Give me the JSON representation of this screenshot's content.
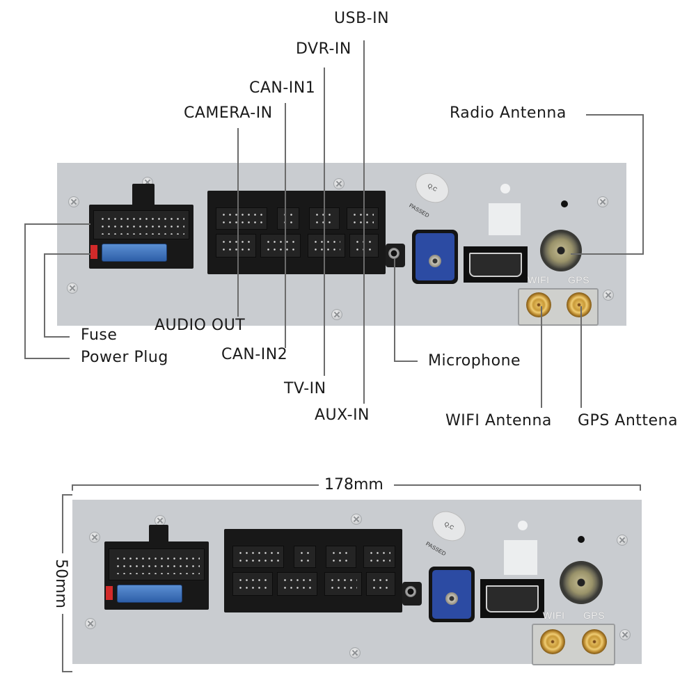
{
  "top_diagram": {
    "labels": {
      "usb_in": "USB-IN",
      "dvr_in": "DVR-IN",
      "can_in1": "CAN-IN1",
      "camera_in": "CAMERA-IN",
      "radio_antenna": "Radio Antenna",
      "fuse": "Fuse",
      "power_plug": "Power Plug",
      "audio_out": "AUDIO OUT",
      "can_in2": "CAN-IN2",
      "tv_in": "TV-IN",
      "aux_in": "AUX-IN",
      "microphone": "Microphone",
      "wifi_antenna": "WIFI Antenna",
      "gps_antenna": "GPS Anttena"
    },
    "silkscreen": {
      "wifi": "WIFI",
      "gps": "GPS",
      "sticker": "Q.C PASSED"
    }
  },
  "bottom_diagram": {
    "width_label": "178mm",
    "height_label": "50mm",
    "silkscreen": {
      "wifi": "WIFI",
      "gps": "GPS",
      "sticker": "Q.C PASSED"
    }
  },
  "colors": {
    "panel": "#c9ccd0",
    "connector": "#181818",
    "fakra_blue": "#2c4ba3",
    "fuse_blue": "#3f73c0",
    "sma_gold": "#d4a645",
    "leader_line": "#6b6b6b"
  }
}
